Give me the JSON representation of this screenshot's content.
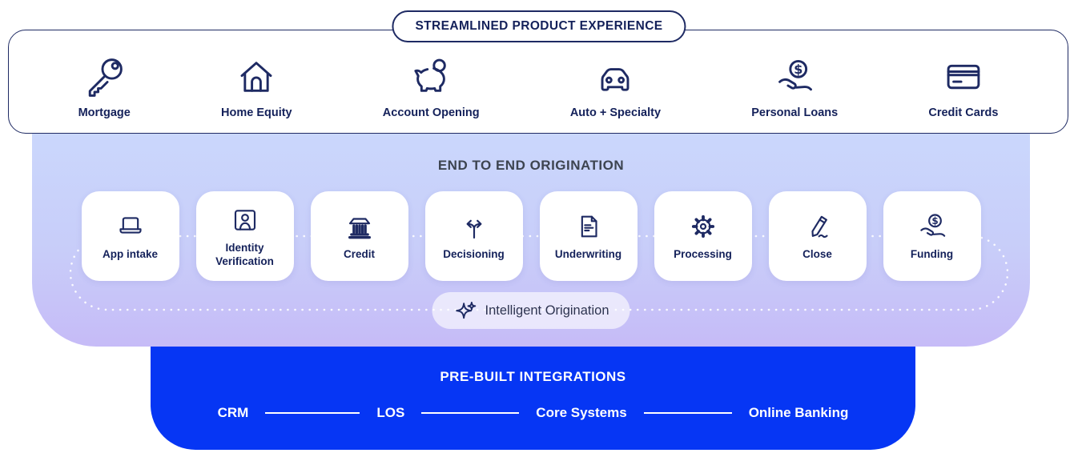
{
  "colors": {
    "navy": "#1e2a63",
    "heading_slate": "#3d4450",
    "panel_gradient_top": "#cad7fc",
    "panel_gradient_bottom": "#c6bbf7",
    "integrations_blue": "#0636f4",
    "card_bg": "#ffffff"
  },
  "products_panel": {
    "badge": "STREAMLINED PRODUCT EXPERIENCE",
    "products": [
      {
        "label": "Mortgage",
        "icon": "key-icon"
      },
      {
        "label": "Home Equity",
        "icon": "house-icon"
      },
      {
        "label": "Account Opening",
        "icon": "piggy-bank-icon"
      },
      {
        "label": "Auto + Specialty",
        "icon": "car-icon"
      },
      {
        "label": "Personal Loans",
        "icon": "hand-dollar-icon"
      },
      {
        "label": "Credit Cards",
        "icon": "credit-card-icon"
      }
    ]
  },
  "origination_panel": {
    "title": "END TO END ORIGINATION",
    "steps": [
      {
        "label": "App intake",
        "icon": "laptop-icon"
      },
      {
        "label": "Identity Verification",
        "icon": "id-card-icon"
      },
      {
        "label": "Credit",
        "icon": "bank-icon"
      },
      {
        "label": "Decisioning",
        "icon": "branch-arrows-icon"
      },
      {
        "label": "Underwriting",
        "icon": "document-icon"
      },
      {
        "label": "Processing",
        "icon": "gear-icon"
      },
      {
        "label": "Close",
        "icon": "pen-icon"
      },
      {
        "label": "Funding",
        "icon": "hand-dollar-icon"
      }
    ],
    "pill_label": "Intelligent Origination",
    "pill_icon": "sparkle-icon"
  },
  "integrations_panel": {
    "title": "PRE-BUILT INTEGRATIONS",
    "items": [
      "CRM",
      "LOS",
      "Core Systems",
      "Online Banking"
    ]
  }
}
